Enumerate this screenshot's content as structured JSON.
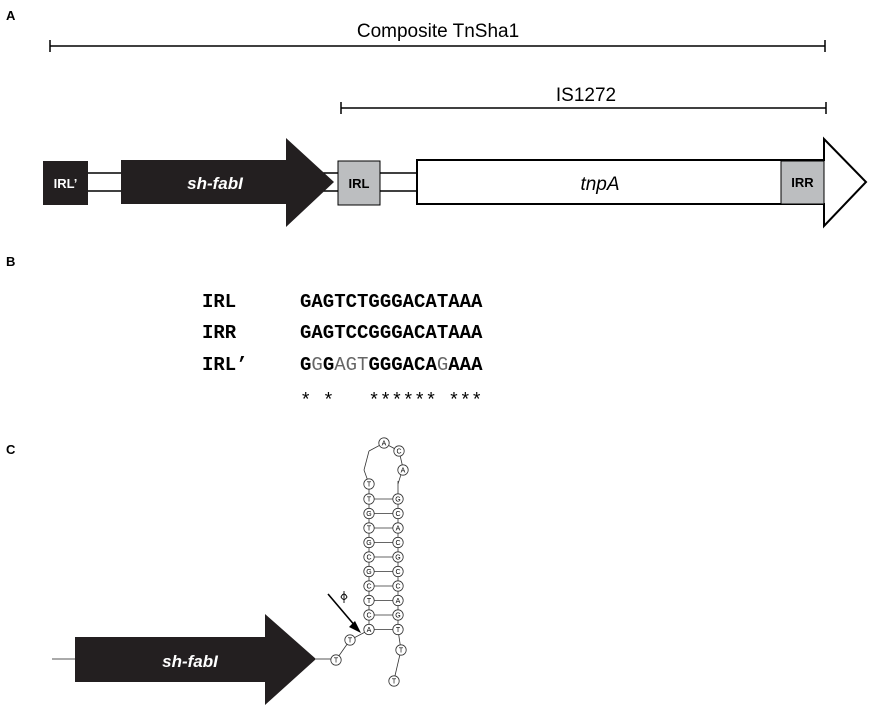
{
  "panels": {
    "a": "A",
    "b": "B",
    "c": "C"
  },
  "panel_a": {
    "composite_label": "Composite TnSha1",
    "is_label": "IS1272",
    "irl_prime": "IRL’",
    "sh_fabi": "sh-fabI",
    "irl": "IRL",
    "tnpa": "tnpA",
    "irr": "IRR"
  },
  "panel_b": {
    "rows": [
      {
        "name": "IRL",
        "segments": [
          {
            "text": "GAGTCTGGGACATAAA",
            "bold": true
          }
        ]
      },
      {
        "name": "IRR",
        "segments": [
          {
            "text": "GAGTCCGGGACATAAA",
            "bold": true
          }
        ]
      },
      {
        "name": "IRL’",
        "segments": [
          {
            "text": "G",
            "bold": true
          },
          {
            "text": "G",
            "bold": false
          },
          {
            "text": "G",
            "bold": true
          },
          {
            "text": "AGT",
            "bold": false
          },
          {
            "text": "GGGACA",
            "bold": true
          },
          {
            "text": "G",
            "bold": false
          },
          {
            "text": "AAA",
            "bold": true
          }
        ]
      }
    ],
    "conservation": "* *   ****** ***"
  },
  "panel_c": {
    "gene_label": "sh-fabI",
    "loop": [
      "T",
      "A",
      "C",
      "A"
    ],
    "stem_left": [
      "T",
      "G",
      "T",
      "G",
      "C",
      "G",
      "C",
      "T",
      "C",
      "A"
    ],
    "stem_right": [
      "G",
      "C",
      "A",
      "C",
      "G",
      "C",
      "C",
      "A",
      "G",
      "T"
    ],
    "tail_left": [
      "T",
      "T"
    ],
    "tail_right": [
      "T",
      "T"
    ]
  }
}
